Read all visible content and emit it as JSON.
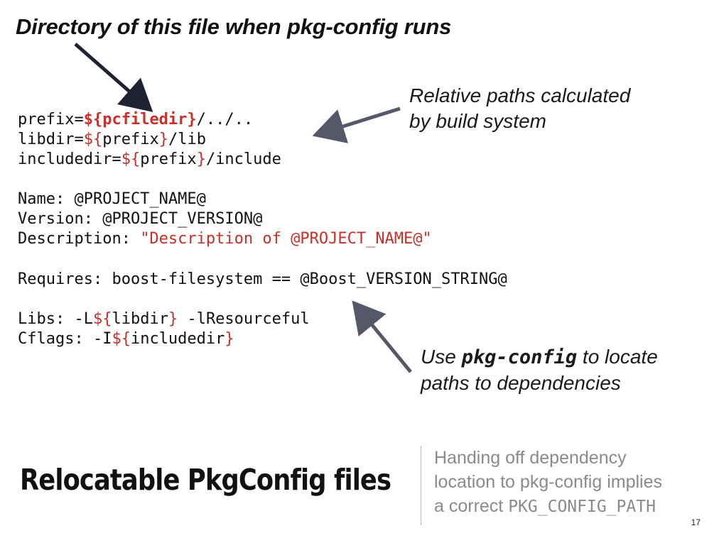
{
  "top_title": "Directory of this file when pkg-config runs",
  "code": {
    "line1": {
      "a": "prefix=",
      "b": "${pcfiledir}",
      "c": "/../.."
    },
    "line2": {
      "a": "libdir=",
      "b": "${",
      "c": "prefix",
      "d": "}",
      "e": "/lib"
    },
    "line3": {
      "a": "includedir=",
      "b": "${",
      "c": "prefix",
      "d": "}",
      "e": "/include"
    },
    "line4": {
      "a": "Name: @PROJECT_NAME@"
    },
    "line5": {
      "a": "Version: @PROJECT_VERSION@"
    },
    "line6": {
      "a": "Description: ",
      "b": "\"Description of @PROJECT_NAME@\""
    },
    "line7": {
      "a": "Requires: boost-filesystem == @Boost_VERSION_STRING@"
    },
    "line8": {
      "a": "Libs: -L",
      "b": "${",
      "c": "libdir",
      "d": "}",
      "e": " -lResourceful"
    },
    "line9": {
      "a": "Cflags: -I",
      "b": "${",
      "c": "includedir",
      "d": "}"
    }
  },
  "annotation_relative": {
    "line1": "Relative paths calculated",
    "line2": "by build system"
  },
  "annotation_pkgconfig": {
    "line1_pre": "Use ",
    "line1_mono": "pkg-config",
    "line1_post": " to locate",
    "line2": "paths to dependencies"
  },
  "slide_title": "Relocatable PkgConfig files",
  "side_note": {
    "line1": "Handing off dependency",
    "line2": "location to pkg-config implies",
    "line3_pre": "a correct ",
    "line3_mono": "PKG_CONFIG_PATH"
  },
  "page_number": "17",
  "colors": {
    "accent_red": "#c8302a",
    "arrow_dark": "#1f2233",
    "arrow_gray": "#555868",
    "side_note_gray": "#8a8a8a"
  }
}
